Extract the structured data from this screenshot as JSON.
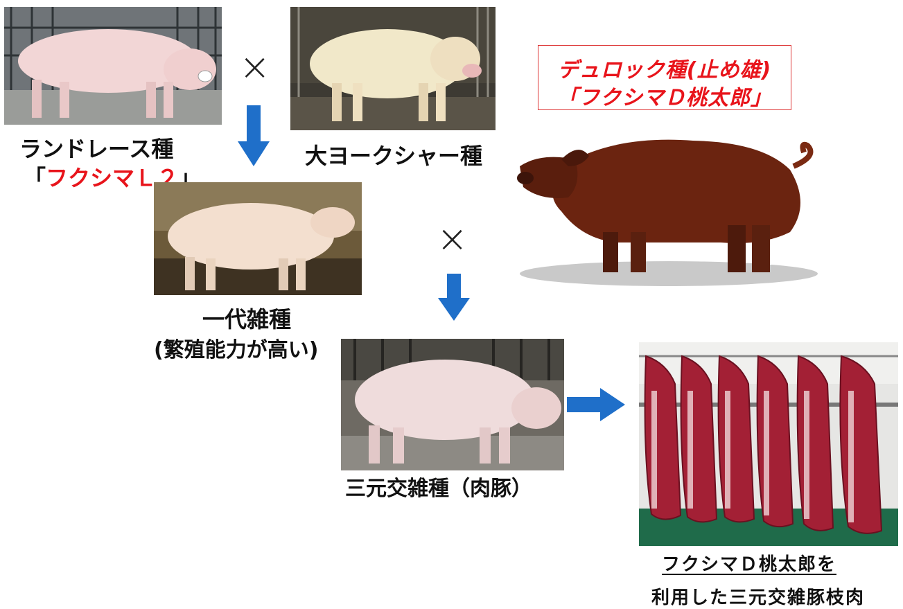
{
  "cross_symbol": "×",
  "breeds": {
    "landrace": {
      "name": "ランドレース種",
      "open_bracket": "「",
      "strain": "フクシマＬ２",
      "close_bracket": "」"
    },
    "yorkshire": {
      "name": "大ヨークシャー種"
    },
    "duroc": {
      "line1": "デュロック種(止め雄)",
      "line2": "「フクシマＤ桃太郎」"
    },
    "f1": {
      "line1": "一代雑種",
      "line2": "(繁殖能力が高い)"
    },
    "three_way": {
      "name": "三元交雑種（肉豚）"
    }
  },
  "result": {
    "line1": "フクシマＤ桃太郎を",
    "line2": "利用した三元交雑豚枝肉"
  },
  "colors": {
    "arrow": "#1f6fc9",
    "highlight_red": "#e8141b",
    "label_black": "#111111"
  }
}
